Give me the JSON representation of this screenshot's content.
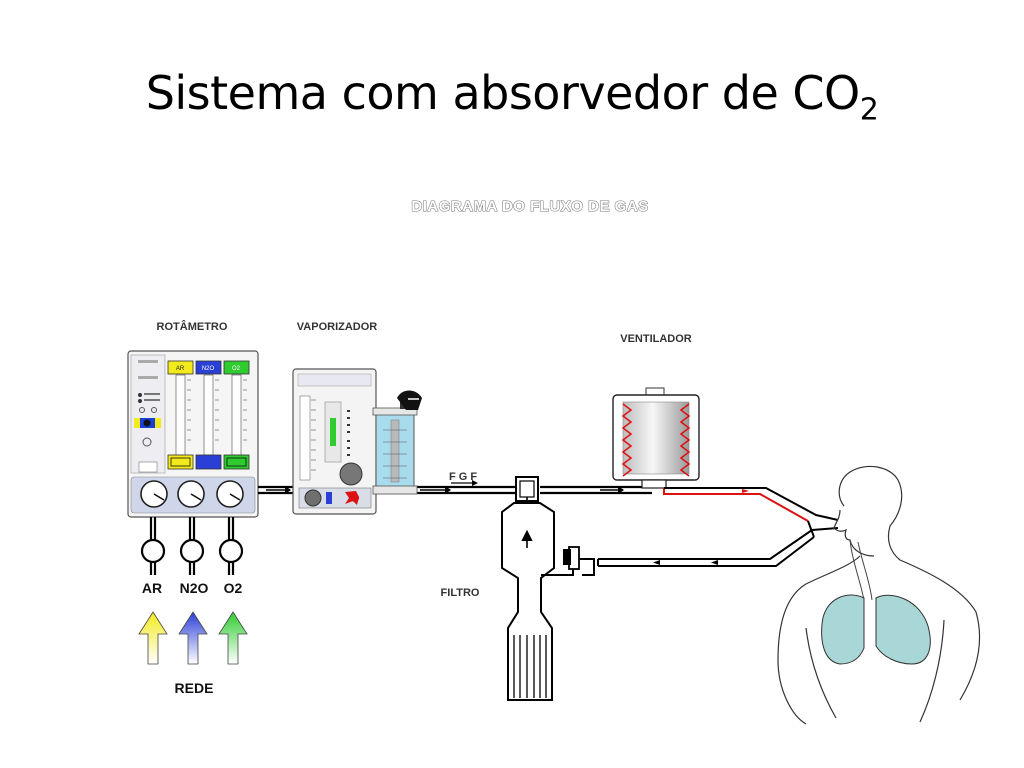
{
  "slide": {
    "title_main": "Sistema com absorvedor de CO",
    "title_sub": "2"
  },
  "diagram": {
    "title": "DIAGRAMA DO FLUXO DE GAS",
    "labels": {
      "rotametro": "ROTÂMETRO",
      "vaporizador": "VAPORIZADOR",
      "ventilador": "VENTILADOR",
      "fgf": "F G F",
      "filtro": "FILTRO",
      "rede": "REDE"
    },
    "rotameter_tubes": [
      "AR",
      "N2O",
      "O2"
    ],
    "gases": [
      {
        "name": "AR",
        "color": "#f2ea1c"
      },
      {
        "name": "N2O",
        "color": "#2a3fd6"
      },
      {
        "name": "O2",
        "color": "#2fcc2f"
      }
    ],
    "colors": {
      "pipe": "#000000",
      "hot_line": "#dd1111",
      "canister": "#a8dcec",
      "lungs": "#a9d6d6",
      "ventilator_bellows": "#dcdcdc"
    }
  }
}
